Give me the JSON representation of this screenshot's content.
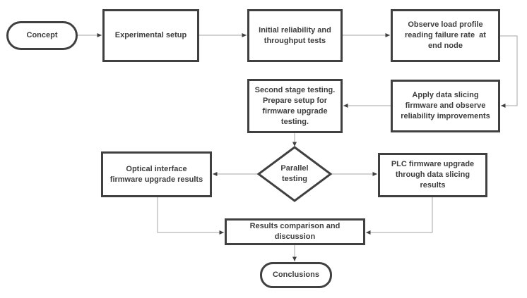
{
  "diagram": {
    "type": "flowchart",
    "nodes": {
      "concept": {
        "shape": "stadium",
        "label": "Concept"
      },
      "experimental_setup": {
        "shape": "rectangle",
        "label": "Experimental setup"
      },
      "initial_tests": {
        "shape": "rectangle",
        "label": "Initial reliability and\nthroughput tests"
      },
      "observe_load": {
        "shape": "rectangle",
        "label": "Observe load profile\nreading failure rate  at\nend node"
      },
      "apply_slicing": {
        "shape": "rectangle",
        "label": "Apply data slicing\nfirmware and observe\nreliability improvements"
      },
      "second_stage": {
        "shape": "rectangle",
        "label": "Second stage testing.\nPrepare setup for\nfirmware upgrade\ntesting."
      },
      "parallel_testing": {
        "shape": "diamond",
        "label": "Parallel\ntesting"
      },
      "optical_results": {
        "shape": "rectangle",
        "label": "Optical interface\nfirmware upgrade results"
      },
      "plc_results": {
        "shape": "rectangle",
        "label": "PLC firmware upgrade\nthrough data slicing\nresults"
      },
      "results_comparison": {
        "shape": "rectangle",
        "label": "Results comparison and\ndiscussion"
      },
      "conclusions": {
        "shape": "stadium",
        "label": "Conclusions"
      }
    },
    "edges": [
      {
        "from": "concept",
        "to": "experimental_setup"
      },
      {
        "from": "experimental_setup",
        "to": "initial_tests"
      },
      {
        "from": "initial_tests",
        "to": "observe_load"
      },
      {
        "from": "observe_load",
        "to": "apply_slicing"
      },
      {
        "from": "apply_slicing",
        "to": "second_stage"
      },
      {
        "from": "second_stage",
        "to": "parallel_testing"
      },
      {
        "from": "parallel_testing",
        "to": "optical_results"
      },
      {
        "from": "parallel_testing",
        "to": "plc_results"
      },
      {
        "from": "optical_results",
        "to": "results_comparison"
      },
      {
        "from": "plc_results",
        "to": "results_comparison"
      },
      {
        "from": "results_comparison",
        "to": "conclusions"
      }
    ],
    "colors": {
      "background": "#ffffff",
      "border": "#404040",
      "text": "#3d3d3d",
      "connector_line": "#a6a6a6",
      "arrowhead": "#404040"
    }
  }
}
